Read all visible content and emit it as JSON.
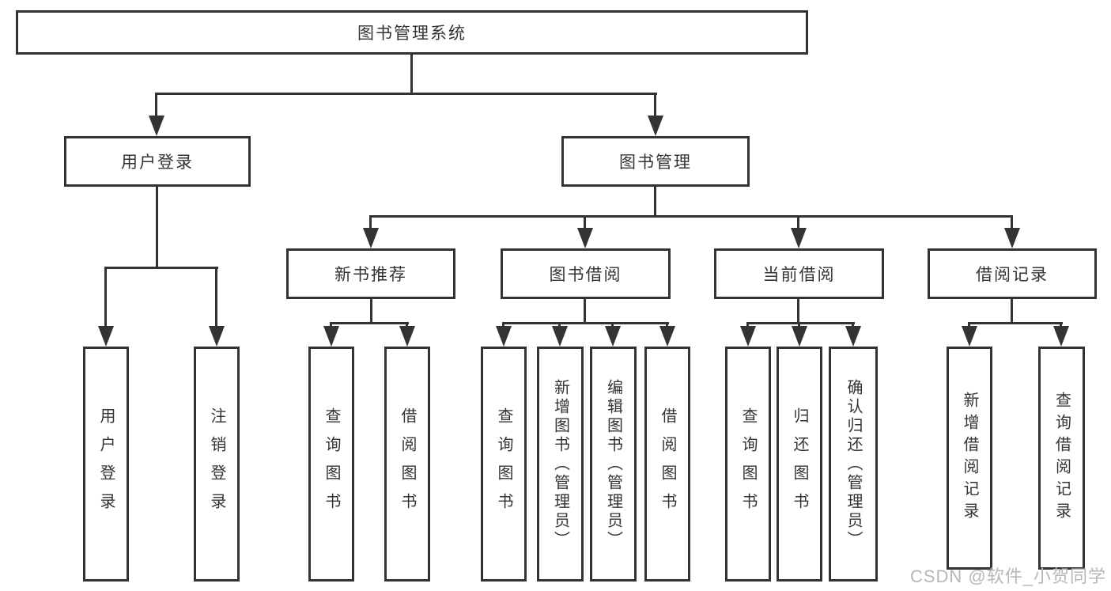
{
  "diagram_type": "hierarchy-tree",
  "tree": {
    "root": {
      "label": "图书管理系统"
    },
    "children": [
      {
        "label": "用户登录",
        "children": [
          {
            "label": "用户登录"
          },
          {
            "label": "注销登录"
          }
        ]
      },
      {
        "label": "图书管理",
        "children": [
          {
            "label": "新书推荐",
            "children": [
              {
                "label": "查询图书"
              },
              {
                "label": "借阅图书"
              }
            ]
          },
          {
            "label": "图书借阅",
            "children": [
              {
                "label": "查询图书"
              },
              {
                "label": "新增图书（管理员）"
              },
              {
                "label": "编辑图书（管理员）"
              },
              {
                "label": "借阅图书"
              }
            ]
          },
          {
            "label": "当前借阅",
            "children": [
              {
                "label": "查询图书"
              },
              {
                "label": "归还图书"
              },
              {
                "label": "确认归还（管理员）"
              }
            ]
          },
          {
            "label": "借阅记录",
            "children": [
              {
                "label": "新增借阅记录"
              },
              {
                "label": "查询借阅记录"
              }
            ]
          }
        ]
      }
    ]
  },
  "watermark": {
    "text": "CSDN @软件_小贺同学",
    "color": "#b7b7b7"
  },
  "colors": {
    "line": "#333333",
    "text": "#333333",
    "box_background": "#ffffff",
    "page_background": "#ffffff"
  }
}
